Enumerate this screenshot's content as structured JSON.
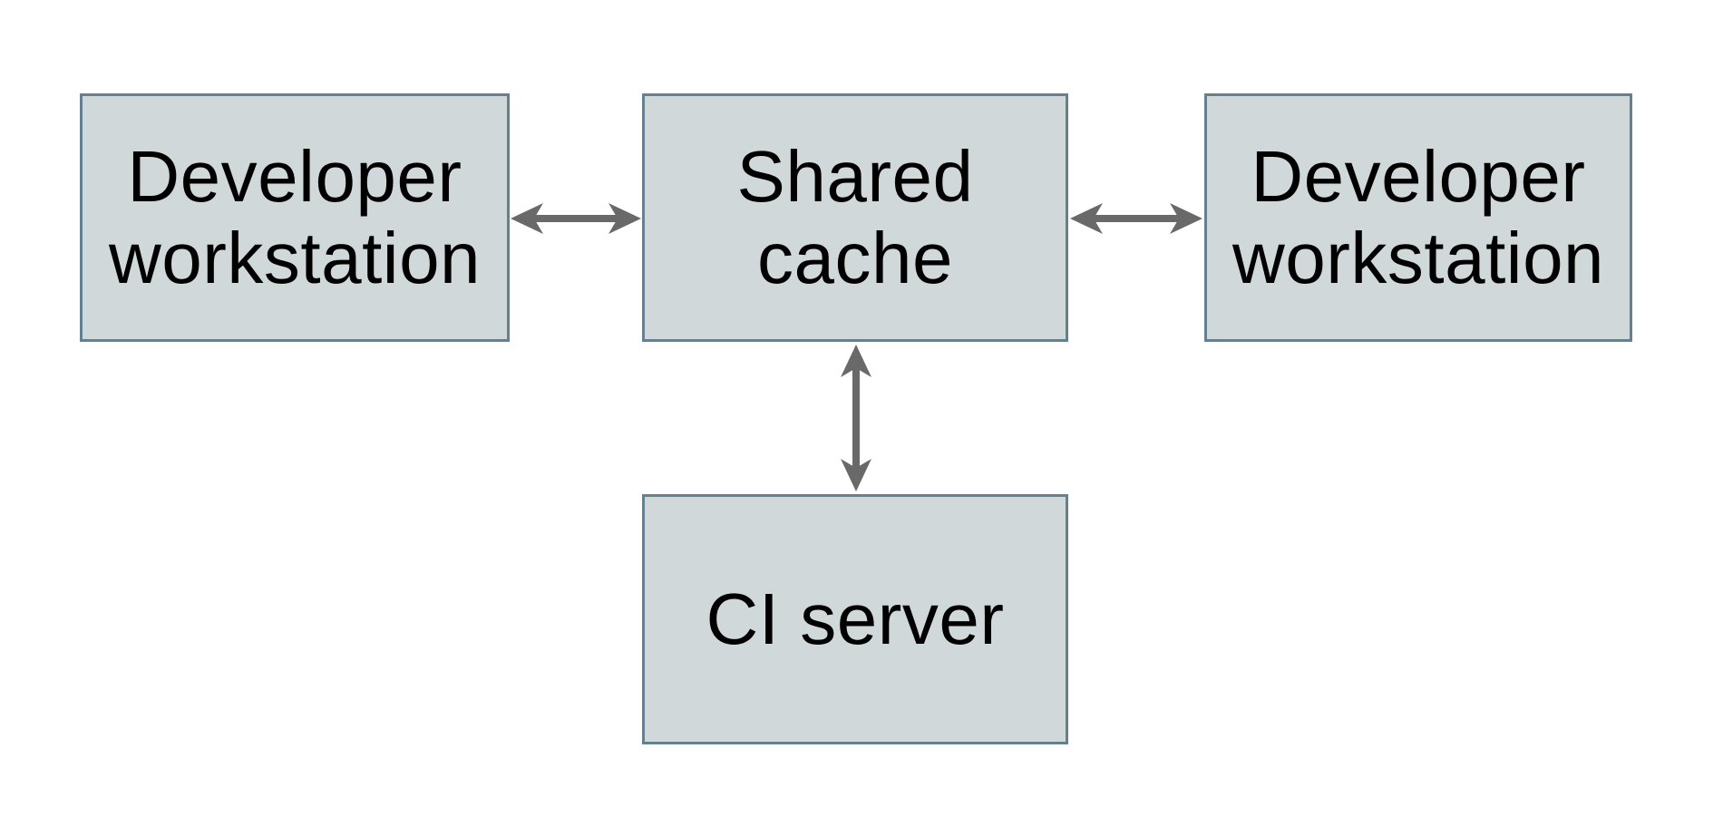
{
  "diagram": {
    "colors": {
      "background": "#ffffff",
      "node_fill": "#d1d8da",
      "node_border": "#65808e",
      "arrow": "#696969",
      "text": "#000000"
    },
    "nodes": {
      "dev_left": {
        "label": "Developer\nworkstation"
      },
      "shared_cache": {
        "label": "Shared\ncache"
      },
      "dev_right": {
        "label": "Developer\nworkstation"
      },
      "ci_server": {
        "label": "CI server"
      }
    },
    "edges": [
      {
        "from": "dev_left",
        "to": "shared_cache",
        "direction": "bidirectional"
      },
      {
        "from": "shared_cache",
        "to": "dev_right",
        "direction": "bidirectional"
      },
      {
        "from": "shared_cache",
        "to": "ci_server",
        "direction": "bidirectional"
      }
    ]
  }
}
